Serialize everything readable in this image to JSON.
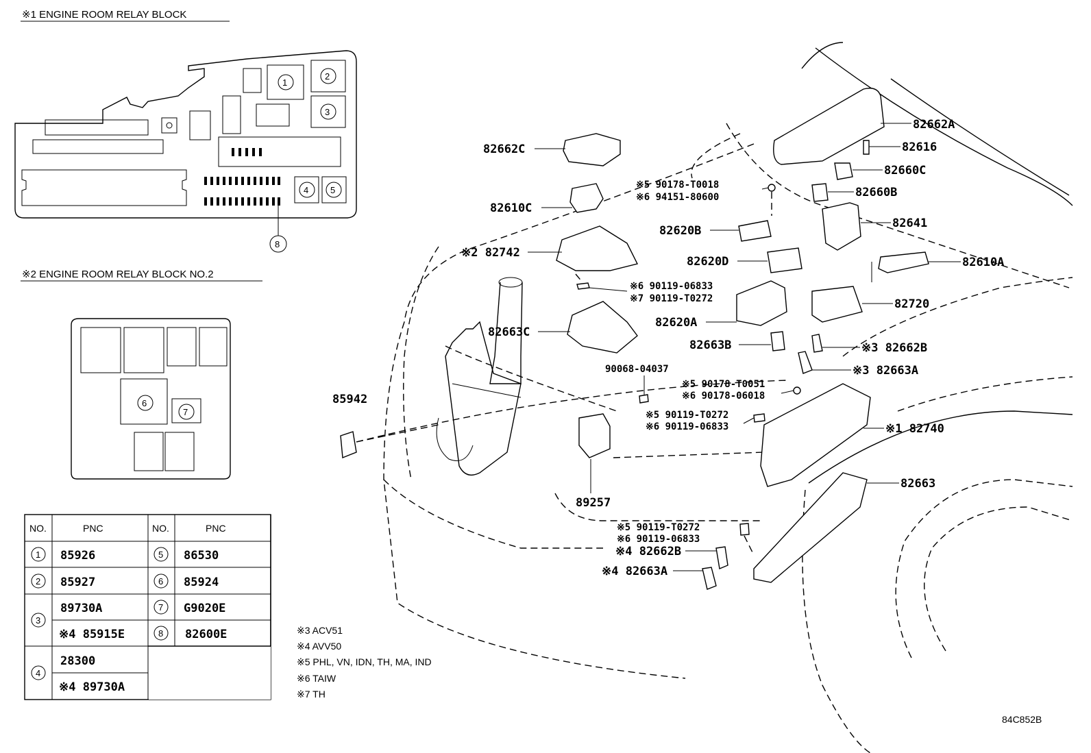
{
  "sections": {
    "relay_block_1": "※1 ENGINE ROOM RELAY BLOCK",
    "relay_block_2": "※2 ENGINE ROOM RELAY BLOCK NO.2"
  },
  "relay_block_1_positions": [
    "1",
    "2",
    "3",
    "4",
    "5",
    "8"
  ],
  "relay_block_2_positions": [
    "6",
    "7"
  ],
  "table": {
    "header": {
      "no": "NO.",
      "pnc": "PNC"
    },
    "left": [
      {
        "no": "1",
        "pnc": [
          "85926"
        ]
      },
      {
        "no": "2",
        "pnc": [
          "85927"
        ]
      },
      {
        "no": "3",
        "pnc": [
          "89730A",
          "※4 85915E"
        ]
      },
      {
        "no": "4",
        "pnc": [
          "28300",
          "※4 89730A"
        ]
      }
    ],
    "right": [
      {
        "no": "5",
        "pnc": "86530"
      },
      {
        "no": "6",
        "pnc": "85924"
      },
      {
        "no": "7",
        "pnc": "G9020E"
      },
      {
        "no": "8",
        "pnc": "82600E"
      }
    ]
  },
  "notes": [
    "※3 ACV51",
    "※4 AVV50",
    "※5 PHL, VN, IDN,  TH, MA, IND",
    "※6 TAIW",
    "※7 TH"
  ],
  "callouts": {
    "c82662A": "82662A",
    "c82616": "82616",
    "c82660C": "82660C",
    "c82660B": "82660B",
    "c82641": "82641",
    "c82610A": "82610A",
    "c82720": "82720",
    "c82662B_3": "※3 82662B",
    "c82663A_3": "※3 82663A",
    "c82740": "※1 82740",
    "c82663": "82663",
    "c82662C": "82662C",
    "c82610C": "82610C",
    "c82742": "※2 82742",
    "c82663C": "82663C",
    "c85942": "85942",
    "c89257": "89257",
    "c82620B": "82620B",
    "c82620D": "82620D",
    "c82620A": "82620A",
    "c82663B": "82663B",
    "c90178_T0018": "※5 90178-T0018",
    "c94151_80600": "※6 94151-80600",
    "c90119_06833_a": "※6 90119-06833",
    "c90119_T0272_a": "※7 90119-T0272",
    "c90068_04037": "90068-04037",
    "c90178_T0051": "※5 90178-T0051",
    "c90178_06018": "※6 90178-06018",
    "c90119_T0272_b": "※5 90119-T0272",
    "c90119_06833_b": "※6 90119-06833",
    "c90119_T0272_c": "※5 90119-T0272",
    "c90119_06833_c": "※6 90119-06833",
    "c82662B_4": "※4 82662B",
    "c82663A_4": "※4 82663A"
  },
  "figure_code": "84C852B"
}
